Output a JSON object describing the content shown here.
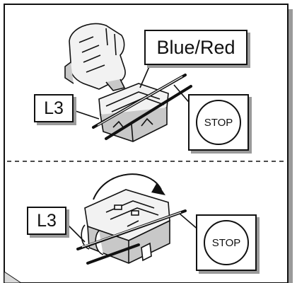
{
  "labels": {
    "wire_colour": "Blue/Red",
    "terminal_top": "L3",
    "terminal_bottom": "L3"
  },
  "stop_signs": {
    "top": "STOP",
    "bottom": "STOP"
  },
  "colors": {
    "line": "#111111",
    "shadow": "#9a9a9a",
    "component_fill": "#f2f2f2",
    "component_shade": "#c8c8c8"
  }
}
